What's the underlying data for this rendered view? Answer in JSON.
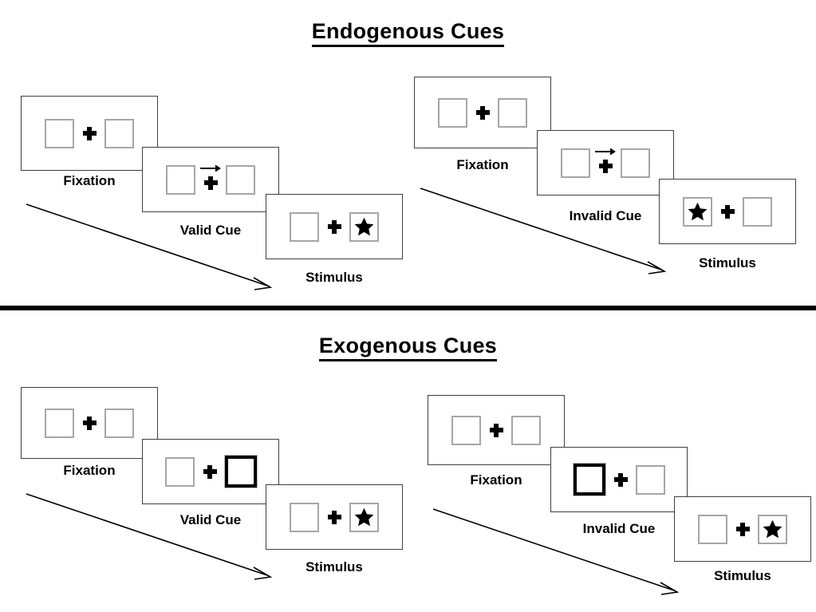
{
  "figure": {
    "sections": [
      {
        "id": "endogenous",
        "title": "Endogenous Cues",
        "columns": [
          {
            "id": "endogenous-valid",
            "frames": [
              {
                "caption": "Fixation",
                "left_box": "empty",
                "right_box": "empty",
                "cue": "none",
                "cross": "plus"
              },
              {
                "caption": "Valid Cue",
                "left_box": "empty",
                "right_box": "empty",
                "cue": "arrow-right",
                "cross": "plus"
              },
              {
                "caption": "Stimulus",
                "left_box": "empty",
                "right_box": "star",
                "cue": "none",
                "cross": "plus"
              }
            ]
          },
          {
            "id": "endogenous-invalid",
            "frames": [
              {
                "caption": "Fixation",
                "left_box": "empty",
                "right_box": "empty",
                "cue": "none",
                "cross": "plus"
              },
              {
                "caption": "Invalid Cue",
                "left_box": "empty",
                "right_box": "empty",
                "cue": "arrow-right",
                "cross": "plus"
              },
              {
                "caption": "Stimulus",
                "left_box": "star",
                "right_box": "empty",
                "cue": "none",
                "cross": "plus"
              }
            ]
          }
        ]
      },
      {
        "id": "exogenous",
        "title": "Exogenous Cues",
        "columns": [
          {
            "id": "exogenous-valid",
            "frames": [
              {
                "caption": "Fixation",
                "left_box": "empty",
                "right_box": "empty",
                "cue": "none",
                "cross": "plus"
              },
              {
                "caption": "Valid Cue",
                "left_box": "empty",
                "right_box": "cued",
                "cue": "none",
                "cross": "plus"
              },
              {
                "caption": "Stimulus",
                "left_box": "empty",
                "right_box": "star",
                "cue": "none",
                "cross": "plus"
              }
            ]
          },
          {
            "id": "exogenous-invalid",
            "frames": [
              {
                "caption": "Fixation",
                "left_box": "empty",
                "right_box": "empty",
                "cue": "none",
                "cross": "plus"
              },
              {
                "caption": "Invalid Cue",
                "left_box": "cued",
                "right_box": "empty",
                "cue": "none",
                "cross": "plus"
              },
              {
                "caption": "Stimulus",
                "left_box": "empty",
                "right_box": "star",
                "cue": "none",
                "cross": "plus"
              }
            ]
          }
        ]
      }
    ],
    "icons": {
      "fixation_cross": "plus-icon",
      "target": "star-icon",
      "endogenous_cue": "arrow-right-icon",
      "time_flow": "diagonal-arrow-icon"
    },
    "colors": {
      "ink": "#000000",
      "panel_border": "#3f3f3f",
      "box_border": "#a6a6a6",
      "cued_box_border": "#000000",
      "background": "#ffffff"
    }
  },
  "labels": {
    "endogenous_title": "Endogenous Cues",
    "exogenous_title": "Exogenous Cues",
    "fixation": "Fixation",
    "valid_cue": "Valid Cue",
    "invalid_cue": "Invalid Cue",
    "stimulus": "Stimulus"
  }
}
